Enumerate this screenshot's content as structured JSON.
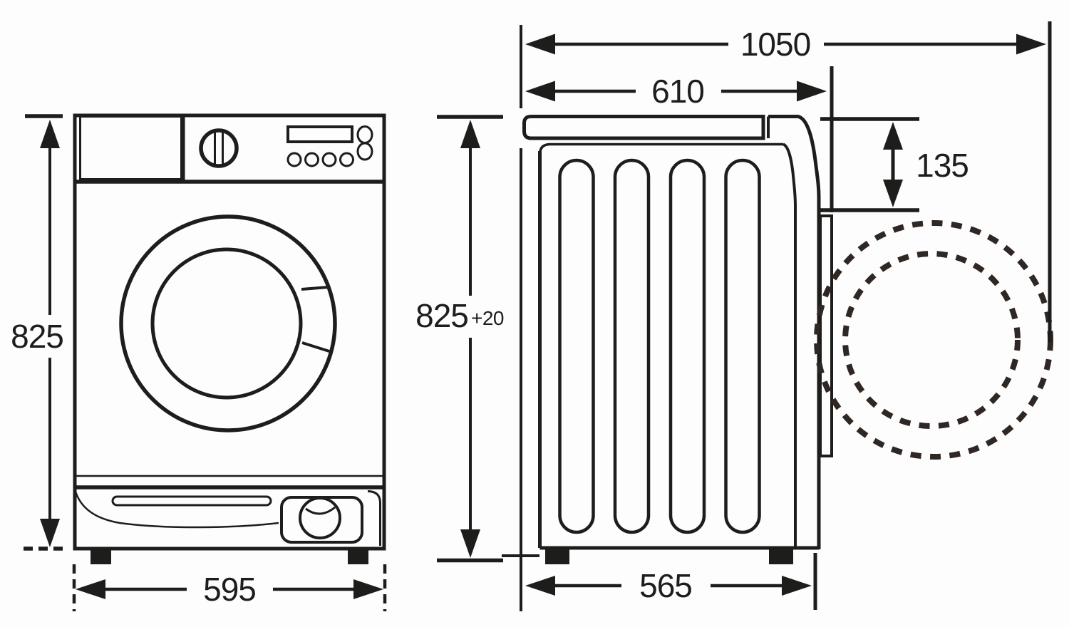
{
  "colors": {
    "line": "#1d1d1b",
    "dashed_door_swing": "#2e2723",
    "background": "#fdfdfd"
  },
  "front_view": {
    "height_label": "825",
    "width_label": "595"
  },
  "side_view": {
    "total_depth_label": "1050",
    "upper_depth_label": "610",
    "panel_height_label": "135",
    "height_label": "825",
    "height_tolerance_label": "+20",
    "base_depth_label": "565"
  }
}
